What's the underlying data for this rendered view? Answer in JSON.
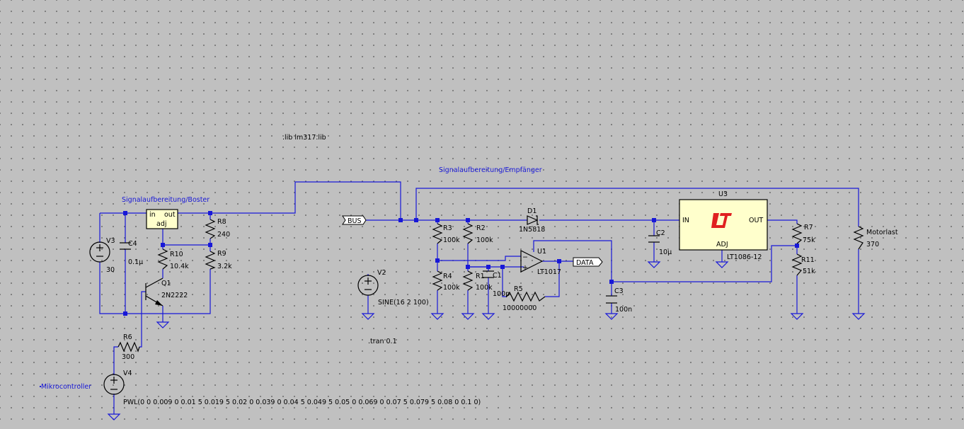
{
  "directives": {
    "lib": ".lib lm317.lib",
    "tran": ".tran 0.1"
  },
  "net_labels": {
    "booster": "Signalaufbereitung/Boster",
    "receiver": "Signalaufbereitung/Empfänger",
    "mcu": "Mikrocontroller"
  },
  "ports": {
    "bus": "BUS",
    "data": "DATA"
  },
  "lm317": {
    "pin_in": "in",
    "pin_out": "out",
    "pin_adj": "adj"
  },
  "components": {
    "V3": {
      "name": "V3",
      "value": "30"
    },
    "C4": {
      "name": "C4",
      "value": "0.1µ"
    },
    "R8": {
      "name": "R8",
      "value": "240"
    },
    "R9": {
      "name": "R9",
      "value": "3.2k"
    },
    "R10": {
      "name": "R10",
      "value": "10.4k"
    },
    "Q1": {
      "name": "Q1",
      "value": "2N2222"
    },
    "R6": {
      "name": "R6",
      "value": "300"
    },
    "V4": {
      "name": "V4",
      "value": "PWL(0 0 0.009 0 0.01 5 0.019 5 0.02 0 0.039 0 0.04 5 0.049 5 0.05 0 0.069 0 0.07 5 0.079 5 0.08 0 0.1 0)"
    },
    "V2": {
      "name": "V2",
      "value": "SINE(16 2 100)"
    },
    "R3": {
      "name": "R3",
      "value": "100k"
    },
    "R2": {
      "name": "R2",
      "value": "100k"
    },
    "R4": {
      "name": "R4",
      "value": "100k"
    },
    "R1": {
      "name": "R1",
      "value": "100k"
    },
    "C1": {
      "name": "C1",
      "value": "100p"
    },
    "R5": {
      "name": "R5",
      "value": "10000000"
    },
    "U1": {
      "name": "U1",
      "value": "LT1017"
    },
    "D1": {
      "name": "D1",
      "value": "1N5818"
    },
    "C2": {
      "name": "C2",
      "value": "10µ"
    },
    "C3": {
      "name": "C3",
      "value": "100n"
    },
    "U3": {
      "name": "U3",
      "value": "LT1086-12",
      "pin_in": "IN",
      "pin_out": "OUT",
      "pin_adj": "ADJ"
    },
    "R7": {
      "name": "R7",
      "value": "75k"
    },
    "R11": {
      "name": "R11",
      "value": "51k"
    },
    "Motorlast": {
      "name": "Motorlast",
      "value": "370"
    }
  },
  "colors": {
    "wire": "#1818d8",
    "background": "#c0c0c0",
    "component": "#000000",
    "ic_fill": "#ffffcc",
    "lt_logo": "#e02020"
  }
}
